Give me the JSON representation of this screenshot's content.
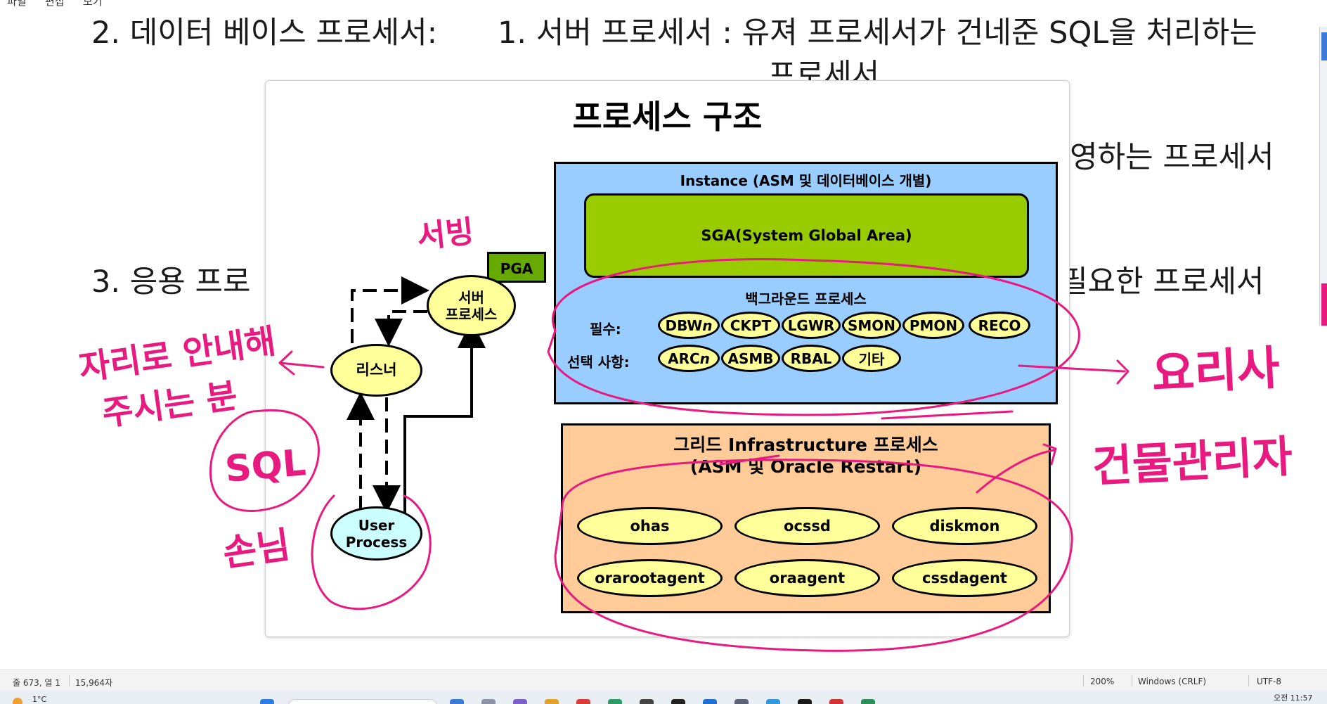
{
  "menubar": {
    "items": [
      "파일",
      "편집",
      "보기"
    ]
  },
  "document": {
    "line1_left": "2. 데이터 베이스 프로세서:",
    "line1_right": "1.  서버 프로세서 : 유져 프로세서가 건네준 SQL을 처리하는",
    "line1_wrap": "프로세서",
    "line2_right": "영하는 프로세서",
    "line3_left": "3. 응용 프로",
    "line3_right": "필요한 프로세서"
  },
  "slide": {
    "title": "프로세스 구조",
    "instance_title": "Instance (ASM 및 데이터베이스 개별)",
    "sga": "SGA(System Global Area)",
    "bg_title": "백그라운드 프로세스",
    "required_label": "필수:",
    "required": [
      "DBWn",
      "CKPT",
      "LGWR",
      "SMON",
      "PMON",
      "RECO"
    ],
    "optional_label": "선택 사항:",
    "optional": [
      "ARCn",
      "ASMB",
      "RBAL",
      "기타"
    ],
    "pga": "PGA",
    "server_process": "서버\n프로세스",
    "listener": "리스너",
    "user_process": "User\nProcess",
    "grid_title_1": "그리드 Infrastructure 프로세스",
    "grid_title_2": "(ASM 및 Oracle Restart)",
    "grid_processes": [
      "ohas",
      "ocssd",
      "diskmon",
      "orarootagent",
      "oraagent",
      "cssdagent"
    ]
  },
  "annotations": {
    "color": "#e8197f",
    "notes": [
      "서빙",
      "자리로 안내해 주시는 분",
      "SQL",
      "손님",
      "요리사",
      "건물관리자"
    ]
  },
  "statusbar": {
    "position": "줄 673, 열 1",
    "chars": "15,964자",
    "zoom": "200%",
    "line_ending": "Windows (CRLF)",
    "encoding": "UTF-8"
  },
  "taskbar": {
    "weather": "1°C",
    "time": "오전 11:57"
  },
  "colors": {
    "instance_bg": "#99ccff",
    "sga_bg": "#99cc00",
    "grid_bg": "#ffcc99",
    "pill_bg": "#ffff99",
    "user_bg": "#ccffff",
    "pga_bg": "#66aa00"
  }
}
